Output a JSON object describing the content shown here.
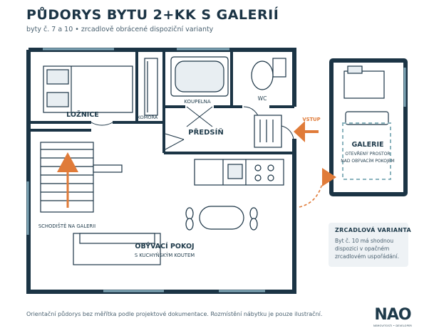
{
  "header": {
    "title": "PŮDORYS BYTU 2+KK S GALERIÍ",
    "subtitle": "byty č. 7 a 10 • zrcadlově obrácené dispoziční varianty"
  },
  "rooms": {
    "loznice": "LOŽNICE",
    "komora": "KOMORA",
    "koupelna": "KOUPELNA",
    "wc": "WC",
    "predsin": "PŘEDSÍŇ",
    "schodiste": "SCHODIŠTĚ NA GALERII",
    "obyvaci": "OBÝVACÍ POKOJ",
    "obyvaci_sub": "S KUCHYŇSKÝM KOUTEM",
    "galerie": "GALERIE",
    "galerie_sub1": "OTEVŘENÝ PROSTOR",
    "galerie_sub2": "NAD OBÝVACÍM POKOJEM",
    "vstup": "VSTUP"
  },
  "note": {
    "title": "ZRCADLOVÁ VARIANTA",
    "text": "Byt č. 10 má shodnou dispozici v opačném zrcadlovém uspořádání."
  },
  "footer": {
    "text": "Orientační půdorys bez měřítka podle projektové dokumentace. Rozmístění nábytku je pouze ilustrační."
  },
  "logo": {
    "text": "NAO",
    "sub": "NEMOVITOSTI • DEVELOPER"
  },
  "colors": {
    "wall": "#1b3445",
    "accent": "#e07b39",
    "window": "#7fa6b6",
    "dashed": "#8ab3bd"
  }
}
